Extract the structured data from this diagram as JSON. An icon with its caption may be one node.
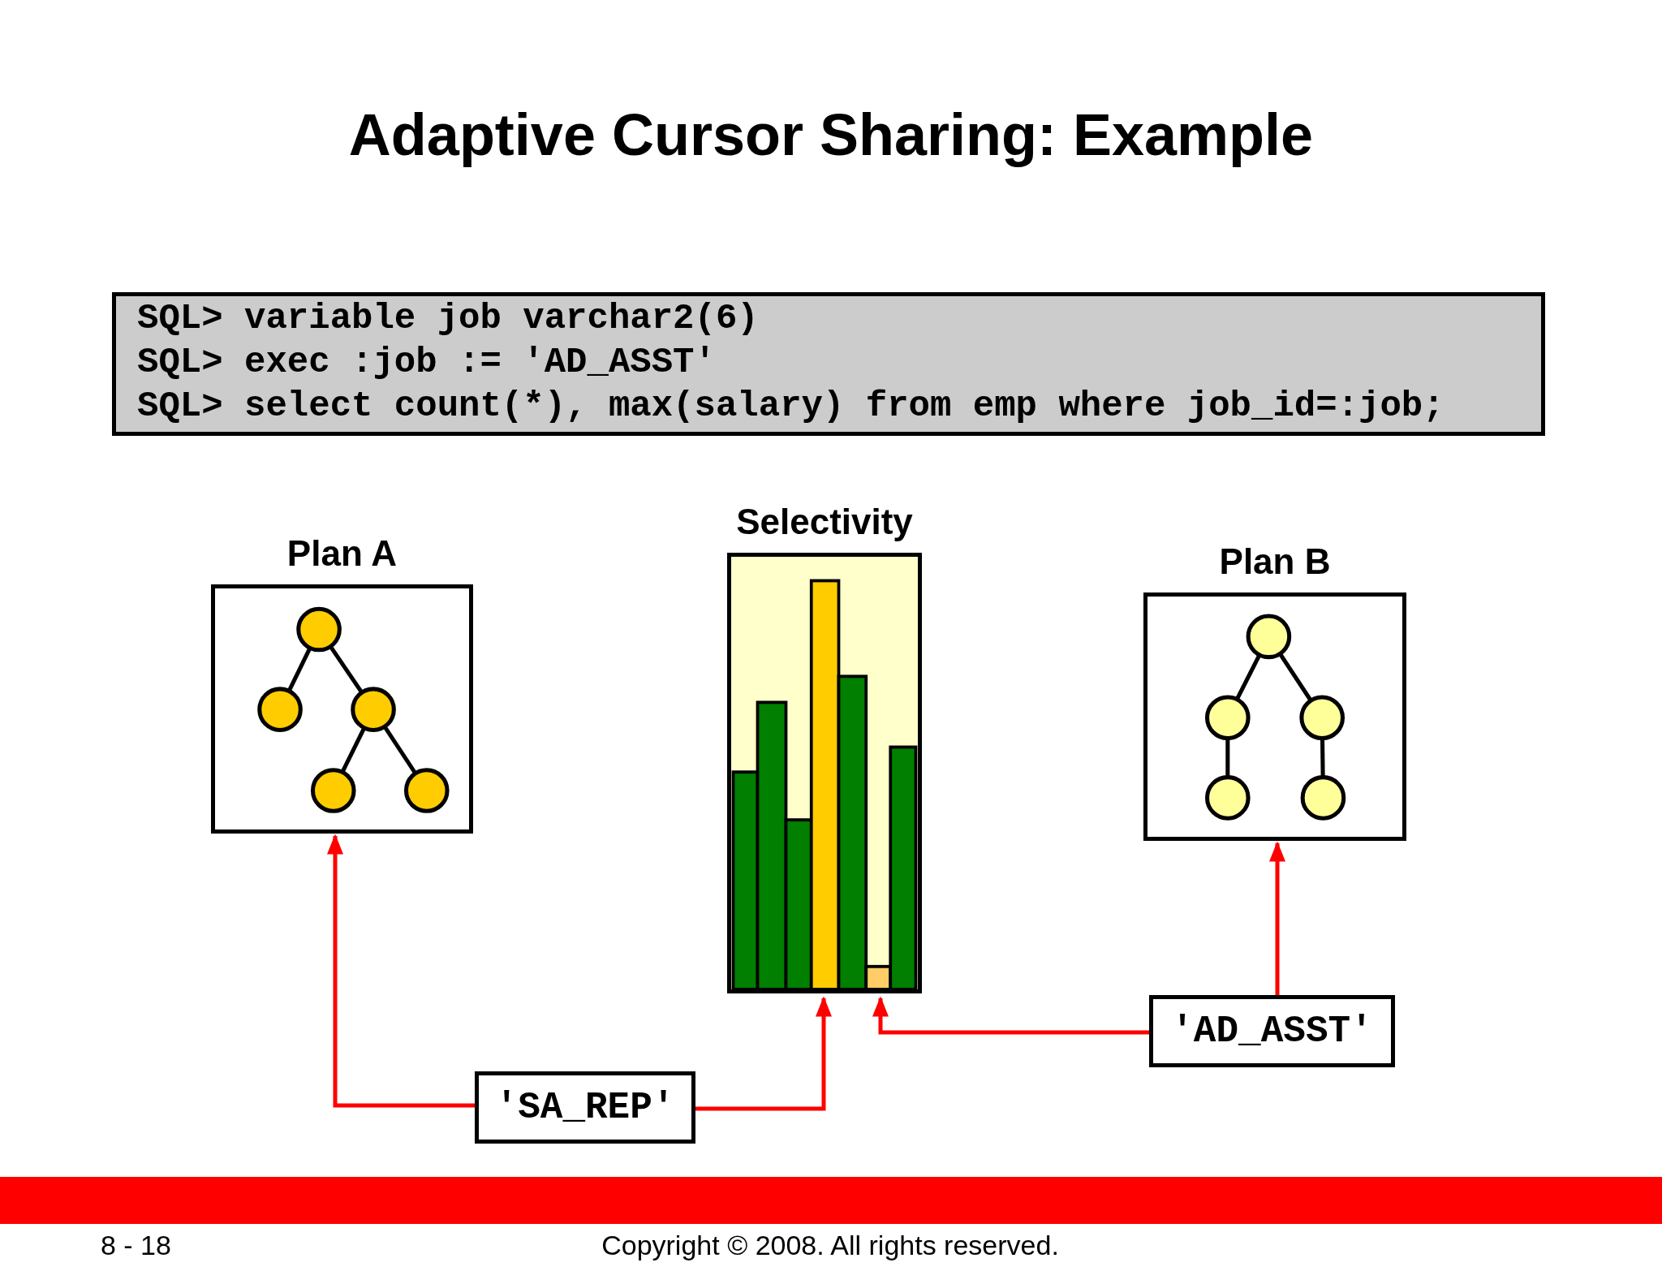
{
  "diagram": {
    "title": "Adaptive Cursor Sharing: Example",
    "nodes": [
      {
        "text": [
          "SQL> variable job varchar2(6)",
          "SQL> exec :job := 'AD_ASST'",
          "SQL> select count(*), max(salary) from emp where job_id=:job;"
        ]
      },
      {
        "text": [
          "Plan A"
        ]
      },
      {
        "text": [
          "Selectivity"
        ]
      },
      {
        "text": [
          "Plan B"
        ]
      },
      {
        "text": [
          "'SA_REP'"
        ]
      },
      {
        "text": [
          "'AD_ASST'"
        ]
      }
    ],
    "edges": [
      {
        "from": 4,
        "to": 1,
        "arrow": "to"
      },
      {
        "from": 4,
        "to": 2,
        "arrow": "to"
      },
      {
        "from": 5,
        "to": 2,
        "arrow": "to"
      },
      {
        "from": 5,
        "to": 3,
        "arrow": "to"
      }
    ],
    "labels": [
      "8 - 18",
      "Copyright © 2008. All rights reserved."
    ]
  }
}
